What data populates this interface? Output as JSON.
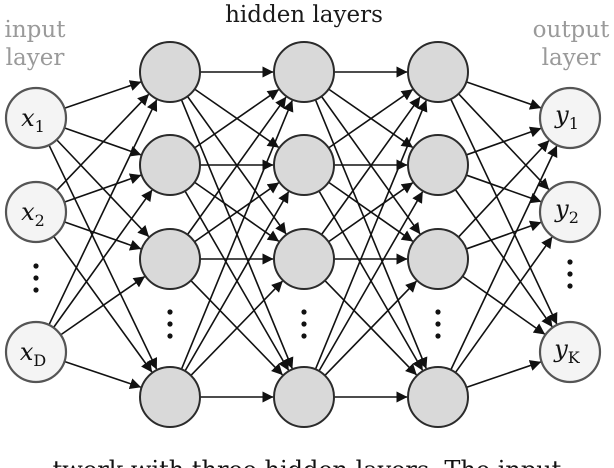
{
  "labels": {
    "hidden": "hidden layers",
    "input_line1": "input",
    "input_line2": "layer",
    "output_line1": "output",
    "output_line2": "layer"
  },
  "inputs": [
    {
      "var": "x",
      "sub": "1"
    },
    {
      "var": "x",
      "sub": "2"
    },
    {
      "var": "x",
      "sub": "D"
    }
  ],
  "outputs": [
    {
      "var": "y",
      "sub": "1"
    },
    {
      "var": "y",
      "sub": "2"
    },
    {
      "var": "y",
      "sub": "K"
    }
  ],
  "hidden_layer_count": 3,
  "hidden_nodes_per_layer_shown": 4,
  "caption_fragment": "...twork with three hidden layers. The input..."
}
